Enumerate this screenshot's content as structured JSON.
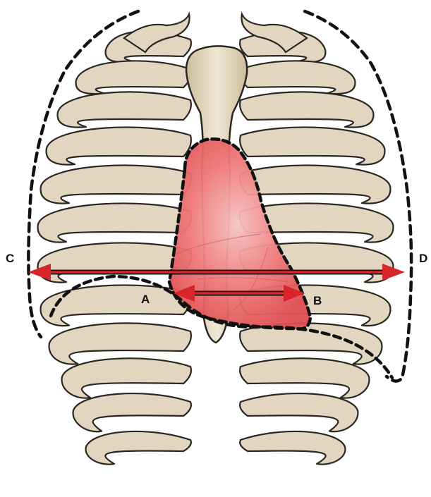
{
  "labels": {
    "a": "A",
    "b": "B",
    "c": "C",
    "d": "D"
  },
  "colors": {
    "bone_fill": "#e3d6c0",
    "bone_outline": "#2a2622",
    "heart_fill": "#ef6e6e",
    "arrow": "#d8252a",
    "dashed_outline": "#111111",
    "background": "#ffffff"
  }
}
